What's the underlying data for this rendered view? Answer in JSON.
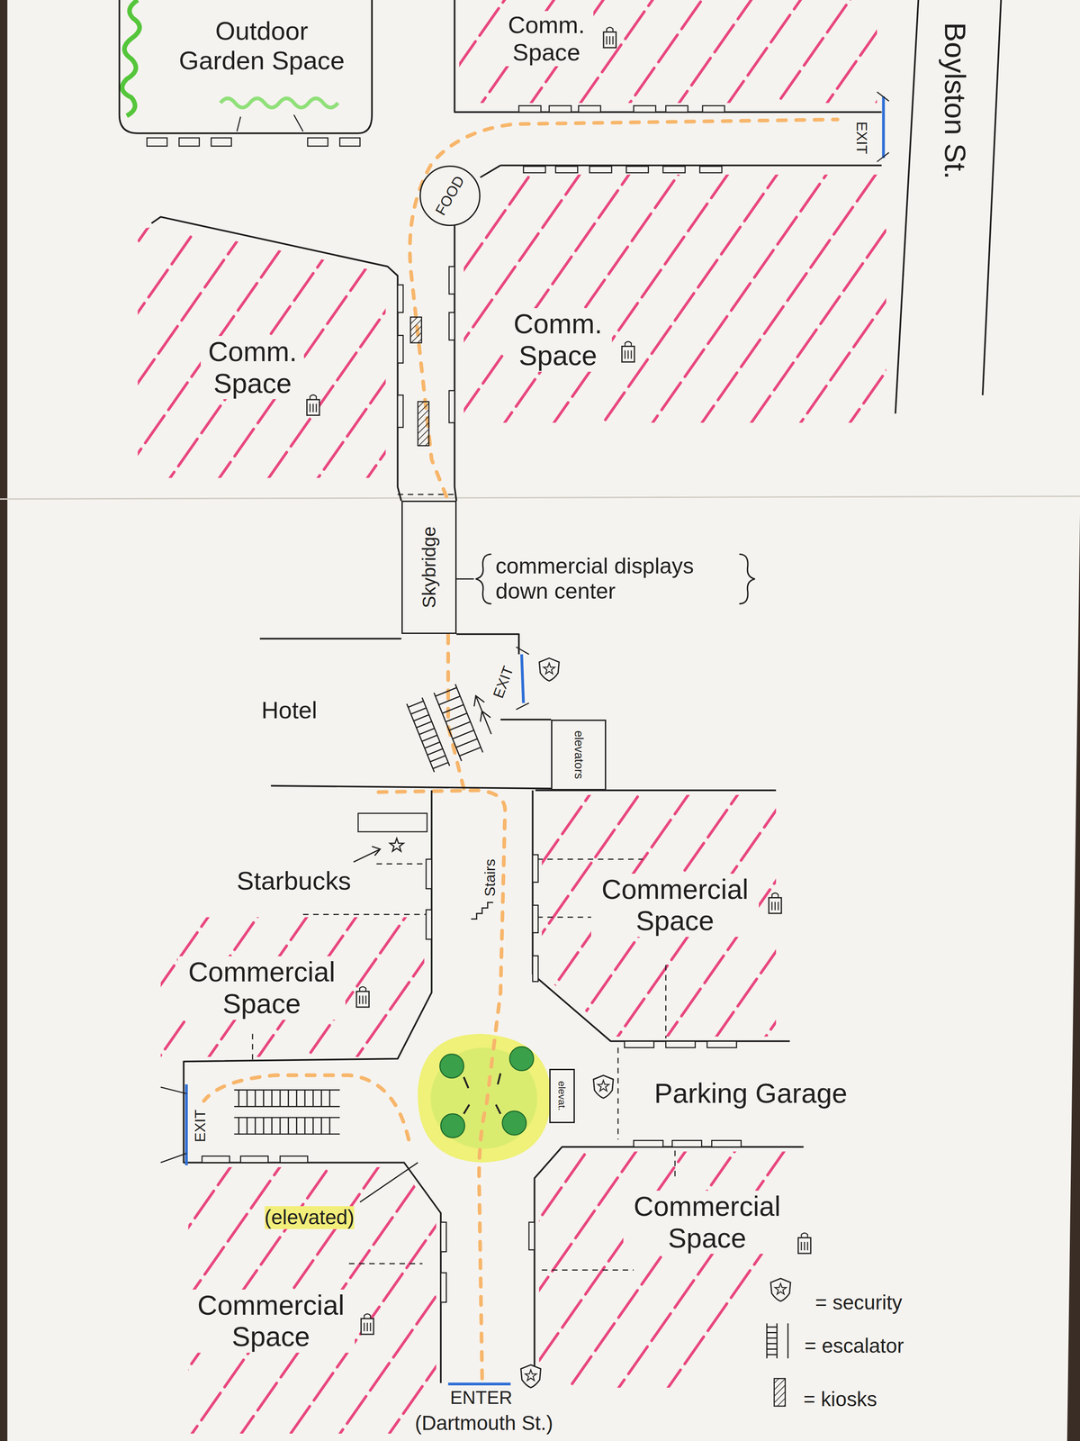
{
  "diagram": {
    "nodes": [
      {
        "text": [
          "Outdoor Garden Space"
        ]
      },
      {
        "text": [
          "Comm. Space"
        ]
      },
      {
        "text": [
          "FOOD"
        ]
      },
      {
        "text": [
          "Comm. Space"
        ]
      },
      {
        "text": [
          "Comm. Space"
        ]
      },
      {
        "text": [
          "Skybridge"
        ]
      },
      {
        "text": [
          "Hotel"
        ]
      },
      {
        "text": [
          "elevators"
        ]
      },
      {
        "text": [
          "Commercial Space"
        ]
      },
      {
        "text": [
          "Commercial Space"
        ]
      },
      {
        "text": [
          "elevat."
        ]
      },
      {
        "text": [
          "Parking Garage"
        ]
      },
      {
        "text": [
          "Commercial Space"
        ]
      },
      {
        "text": [
          "Commercial Space"
        ]
      }
    ],
    "labels": [
      "Boylston St.",
      "EXIT",
      "commercial displays down center",
      "EXIT",
      "Starbucks",
      "Stairs",
      "EXIT",
      "(elevated)",
      "ENTER",
      "(Dartmouth St.)"
    ],
    "legend": [
      {
        "text": "= security"
      },
      {
        "text": "= escalator"
      },
      {
        "text": "= kiosks"
      }
    ]
  }
}
